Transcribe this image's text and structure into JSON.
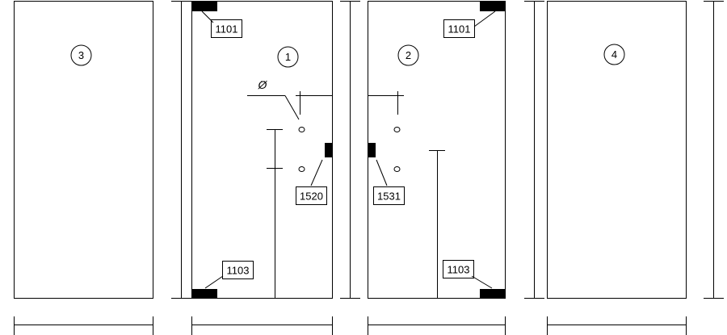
{
  "panels": [
    {
      "number": "3"
    },
    {
      "number": "1"
    },
    {
      "number": "2"
    },
    {
      "number": "4"
    }
  ],
  "labels": {
    "top_left_patch": "1101",
    "top_right_patch": "1101",
    "bottom_left_patch": "1103",
    "bottom_right_patch": "1103",
    "lock_left": "1520",
    "lock_right": "1531"
  },
  "symbols": {
    "diameter": "Ø"
  },
  "colors": {
    "line": "#000000",
    "fill": "#000000",
    "background": "#ffffff"
  }
}
